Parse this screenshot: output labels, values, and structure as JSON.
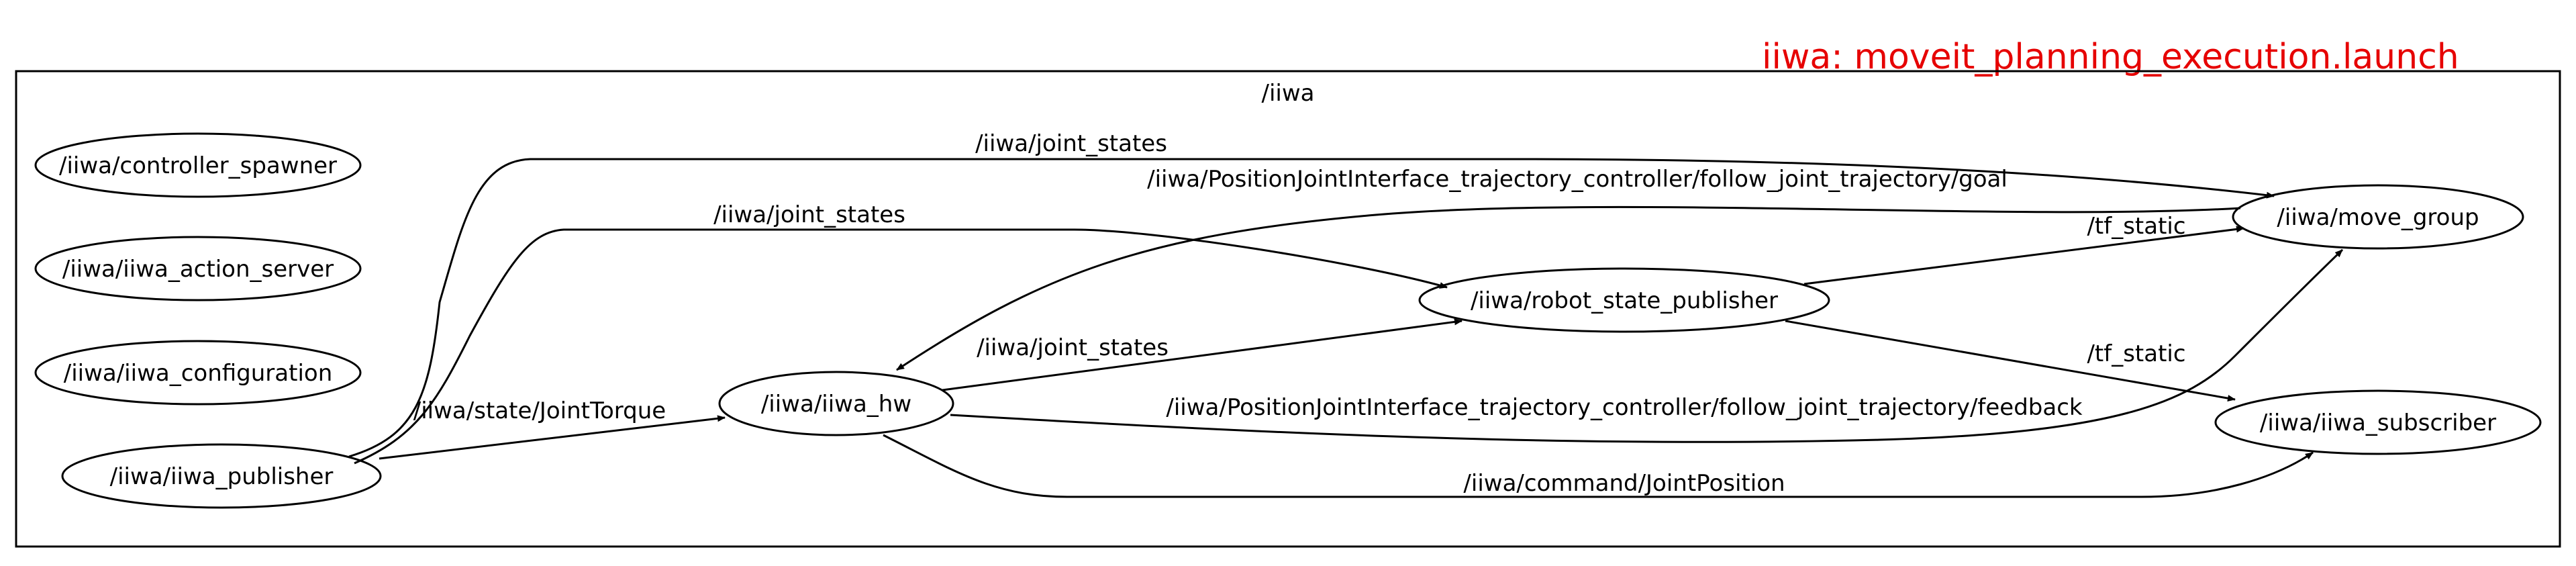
{
  "diagram": {
    "launch_label": "iiwa: moveit_planning_execution.launch",
    "cluster_title": "/iiwa",
    "colors": {
      "launch_label": "#e60000",
      "stroke": "#000000",
      "background": "#ffffff"
    },
    "nodes": [
      {
        "id": "controller_spawner",
        "label": "/iiwa/controller_spawner"
      },
      {
        "id": "action_server",
        "label": "/iiwa/iiwa_action_server"
      },
      {
        "id": "configuration",
        "label": "/iiwa/iiwa_configuration"
      },
      {
        "id": "publisher",
        "label": "/iiwa/iiwa_publisher"
      },
      {
        "id": "hw",
        "label": "/iiwa/iiwa_hw"
      },
      {
        "id": "robot_state_publisher",
        "label": "/iiwa/robot_state_publisher"
      },
      {
        "id": "move_group",
        "label": "/iiwa/move_group"
      },
      {
        "id": "subscriber",
        "label": "/iiwa/iiwa_subscriber"
      }
    ],
    "edges": [
      {
        "id": "e1",
        "from": "publisher",
        "to": "move_group",
        "label": "/iiwa/joint_states"
      },
      {
        "id": "e2",
        "from": "publisher",
        "to": "robot_state_publisher",
        "label": "/iiwa/joint_states"
      },
      {
        "id": "e3",
        "from": "publisher",
        "to": "hw",
        "label": "/iiwa/state/JointTorque"
      },
      {
        "id": "e4",
        "from": "move_group",
        "to": "hw",
        "label": "/iiwa/PositionJointInterface_trajectory_controller/follow_joint_trajectory/goal"
      },
      {
        "id": "e5",
        "from": "hw",
        "to": "robot_state_publisher",
        "label": "/iiwa/joint_states"
      },
      {
        "id": "e6",
        "from": "robot_state_publisher",
        "to": "move_group",
        "label": "/tf_static"
      },
      {
        "id": "e7",
        "from": "robot_state_publisher",
        "to": "subscriber",
        "label": "/tf_static"
      },
      {
        "id": "e8",
        "from": "hw",
        "to": "move_group",
        "label": "/iiwa/PositionJointInterface_trajectory_controller/follow_joint_trajectory/feedback"
      },
      {
        "id": "e9",
        "from": "hw",
        "to": "subscriber",
        "label": "/iiwa/command/JointPosition"
      }
    ]
  }
}
